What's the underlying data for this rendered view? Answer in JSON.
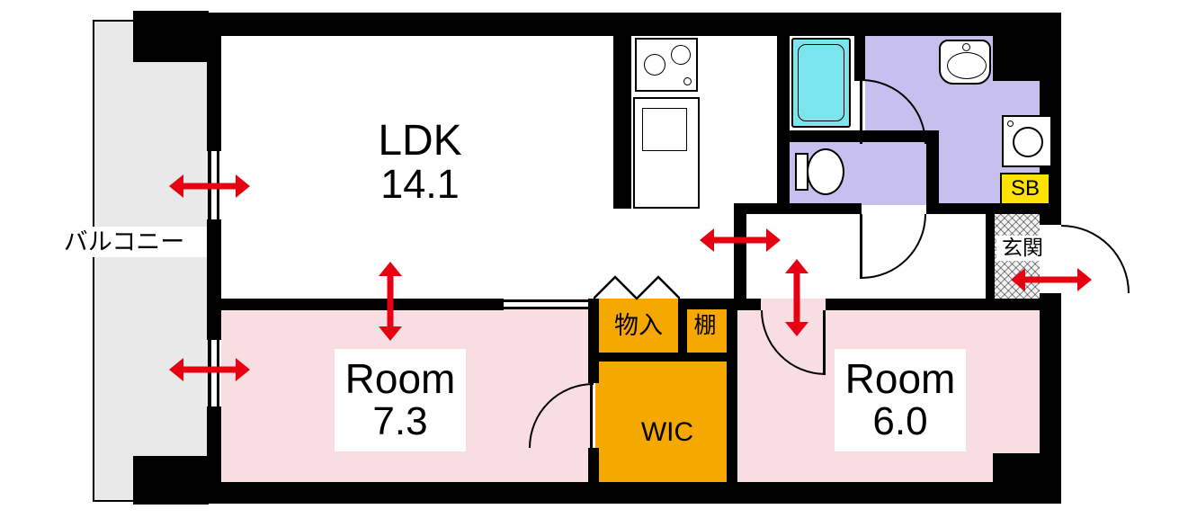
{
  "rooms": {
    "ldk": {
      "name": "LDK",
      "area": "14.1"
    },
    "bedroom1": {
      "name": "Room",
      "area": "7.3"
    },
    "bedroom2": {
      "name": "Room",
      "area": "6.0"
    }
  },
  "labels": {
    "balcony": "バルコニー",
    "wic": "WIC",
    "closet": "物入",
    "shelf": "棚",
    "shoe_box": "SB",
    "entrance": "玄関"
  },
  "colors": {
    "wall": "#000000",
    "pink": "#f8dee2",
    "orange": "#f5a800",
    "cyan": "#7ce4ec",
    "lavender": "#c7c0ee",
    "gray": "#e9e9e9",
    "yellow": "#ffe200",
    "red": "#e60012",
    "white": "#ffffff"
  }
}
